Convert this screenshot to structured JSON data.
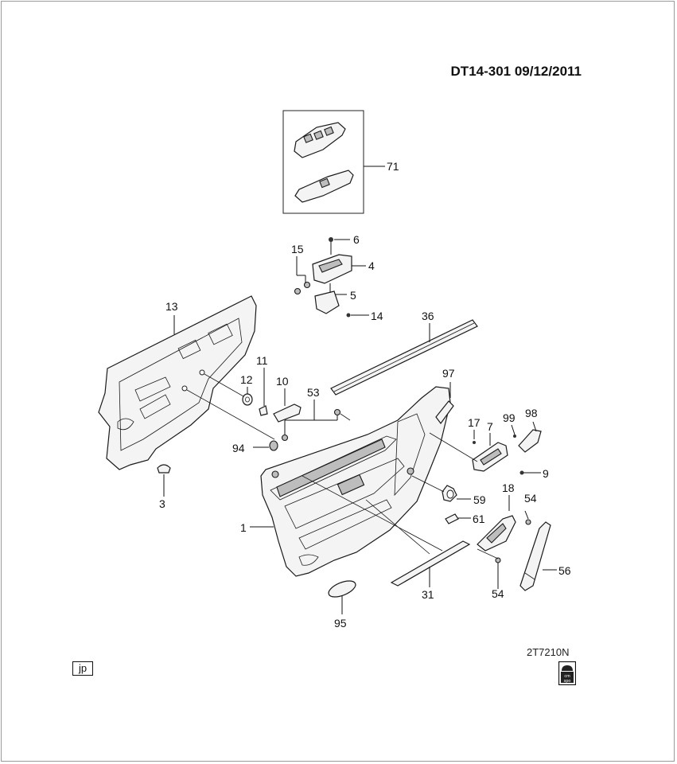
{
  "sheet": {
    "code": "DT14-301  09/12/2011",
    "reference": "2T7210N",
    "badge": "jp",
    "corner_icon": "cm-spo-icon",
    "corner_icon_text": "cm spo"
  },
  "callouts": [
    {
      "id": "71",
      "label": "71"
    },
    {
      "id": "6",
      "label": "6"
    },
    {
      "id": "15",
      "label": "15"
    },
    {
      "id": "4",
      "label": "4"
    },
    {
      "id": "5",
      "label": "5"
    },
    {
      "id": "14",
      "label": "14"
    },
    {
      "id": "13",
      "label": "13"
    },
    {
      "id": "36",
      "label": "36"
    },
    {
      "id": "11",
      "label": "11"
    },
    {
      "id": "12",
      "label": "12"
    },
    {
      "id": "10",
      "label": "10"
    },
    {
      "id": "53",
      "label": "53"
    },
    {
      "id": "97",
      "label": "97"
    },
    {
      "id": "17",
      "label": "17"
    },
    {
      "id": "7",
      "label": "7"
    },
    {
      "id": "99",
      "label": "99"
    },
    {
      "id": "98",
      "label": "98"
    },
    {
      "id": "94",
      "label": "94"
    },
    {
      "id": "9",
      "label": "9"
    },
    {
      "id": "3",
      "label": "3"
    },
    {
      "id": "18",
      "label": "18"
    },
    {
      "id": "59",
      "label": "59"
    },
    {
      "id": "54a",
      "label": "54"
    },
    {
      "id": "1",
      "label": "1"
    },
    {
      "id": "61",
      "label": "61"
    },
    {
      "id": "56",
      "label": "56"
    },
    {
      "id": "54b",
      "label": "54"
    },
    {
      "id": "31",
      "label": "31"
    },
    {
      "id": "95",
      "label": "95"
    }
  ]
}
